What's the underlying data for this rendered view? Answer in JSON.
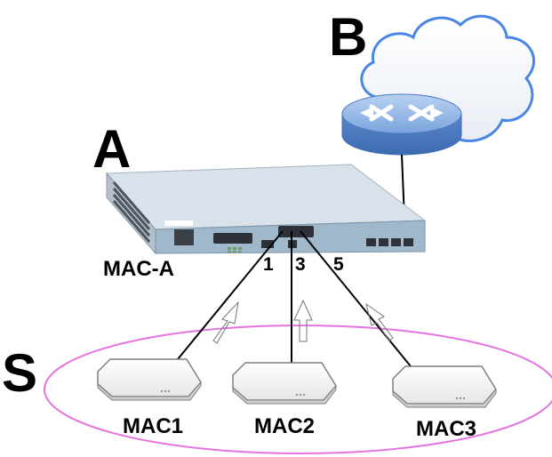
{
  "labels": {
    "a": "A",
    "b": "B",
    "s": "S",
    "mac_a": "MAC-A",
    "mac1": "MAC1",
    "mac2": "MAC2",
    "mac3": "MAC3"
  },
  "ports": {
    "p1": "1",
    "p3": "3",
    "p5": "5"
  },
  "colors": {
    "cloud_outline": "#4a86e8",
    "router_blue": "#5f8fd1",
    "switch_front": "#9fb8cc",
    "switch_top": "#d9e2ea",
    "ellipse": "#e573e0",
    "link": "#000000"
  },
  "icons": {
    "cloud": "cloud-icon",
    "router": "router-icon",
    "switch": "switch-icon",
    "ap": "access-point-icon"
  }
}
